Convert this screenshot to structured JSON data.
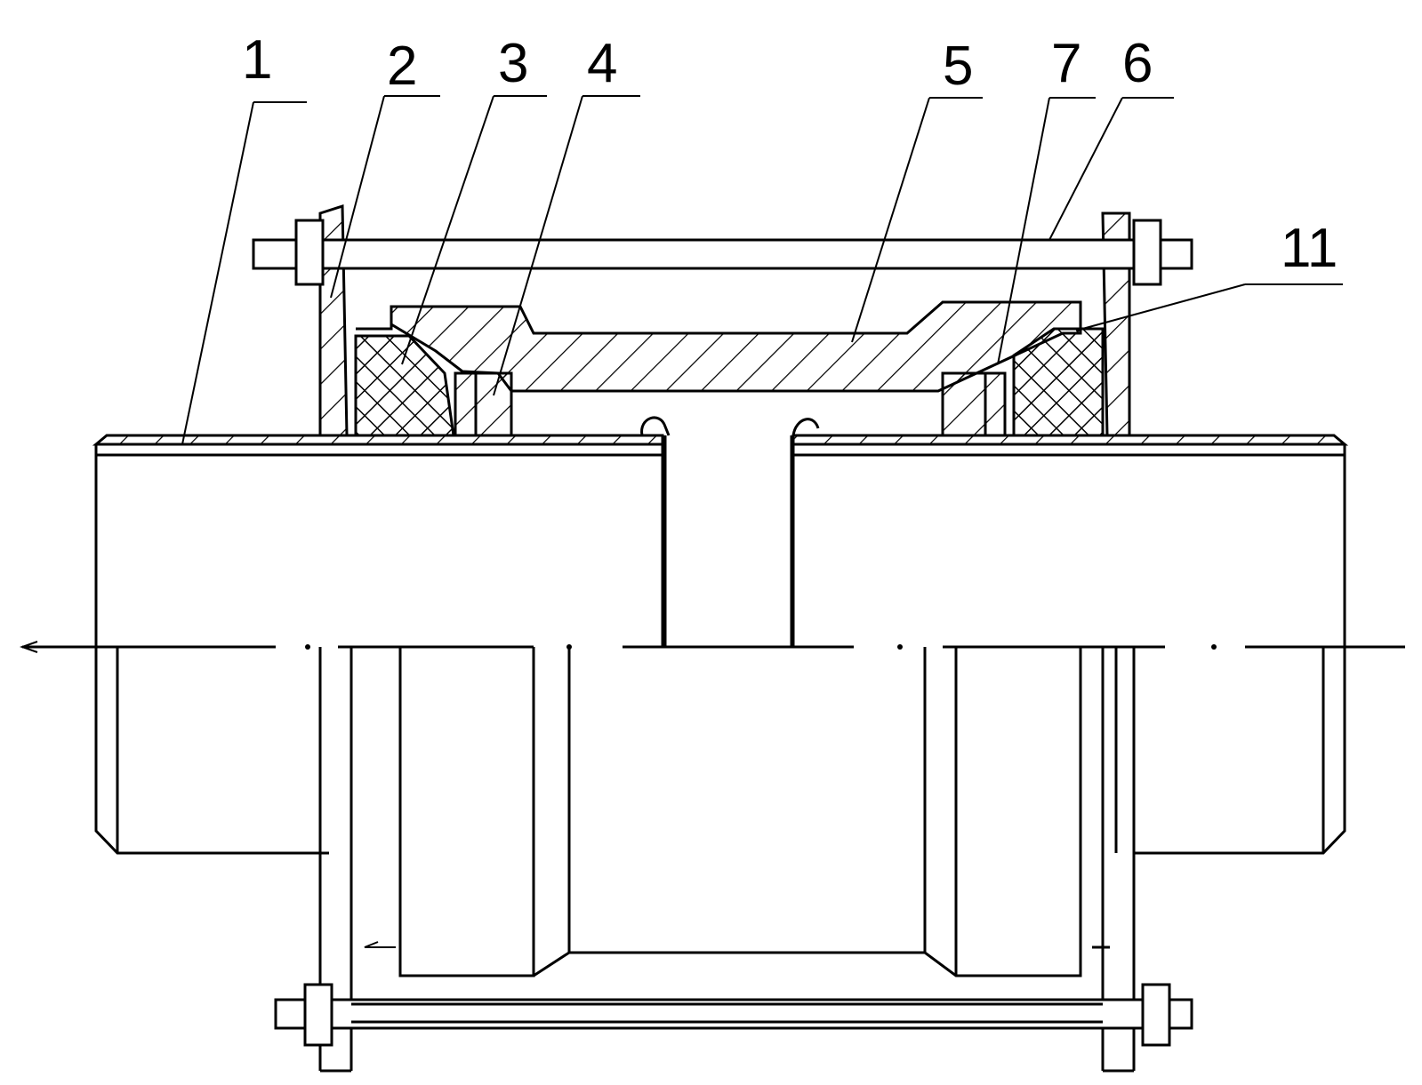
{
  "diagram": {
    "part_labels": [
      "1",
      "2",
      "3",
      "4",
      "5",
      "7",
      "6",
      "11"
    ]
  }
}
